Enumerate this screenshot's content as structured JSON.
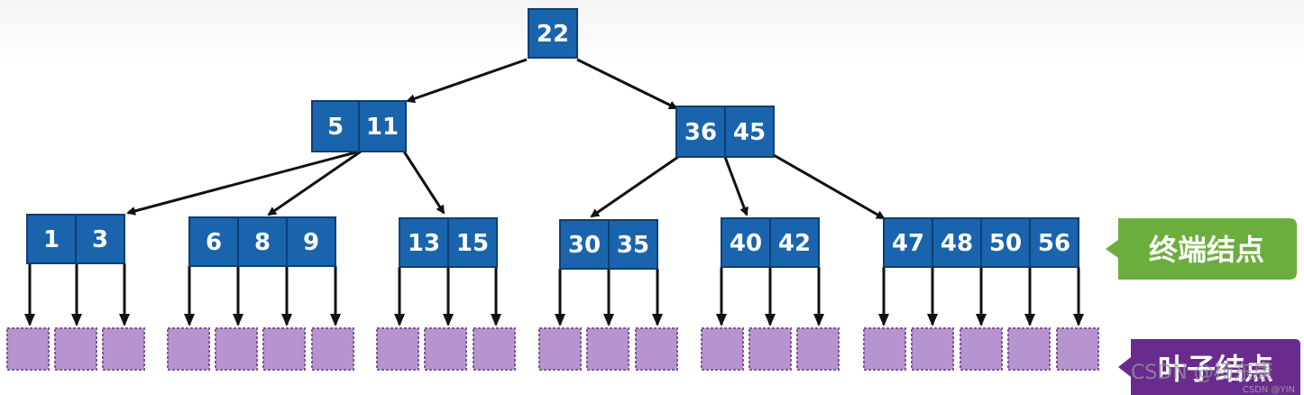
{
  "root": {
    "keys": [
      "22"
    ]
  },
  "level1": [
    {
      "keys": [
        "5",
        "11"
      ]
    },
    {
      "keys": [
        "36",
        "45"
      ]
    }
  ],
  "terminal_nodes": [
    {
      "keys": [
        "1",
        "3"
      ]
    },
    {
      "keys": [
        "6",
        "8",
        "9"
      ]
    },
    {
      "keys": [
        "13",
        "15"
      ]
    },
    {
      "keys": [
        "30",
        "35"
      ]
    },
    {
      "keys": [
        "40",
        "42"
      ]
    },
    {
      "keys": [
        "47",
        "48",
        "50",
        "56"
      ]
    }
  ],
  "labels": {
    "terminal": "终端结点",
    "leaf": "叶子结点"
  },
  "watermark": {
    "main": "CSDN @杨东康",
    "small": "CSDN @YIN"
  },
  "colors": {
    "node_fill": "#1a64ad",
    "node_border": "#0c3f73",
    "leaf_fill": "#b794cf",
    "leaf_border": "#7d5a95",
    "terminal_label": "#6cae3e",
    "leaf_label": "#6a2b8e",
    "arrow": "#111111"
  }
}
